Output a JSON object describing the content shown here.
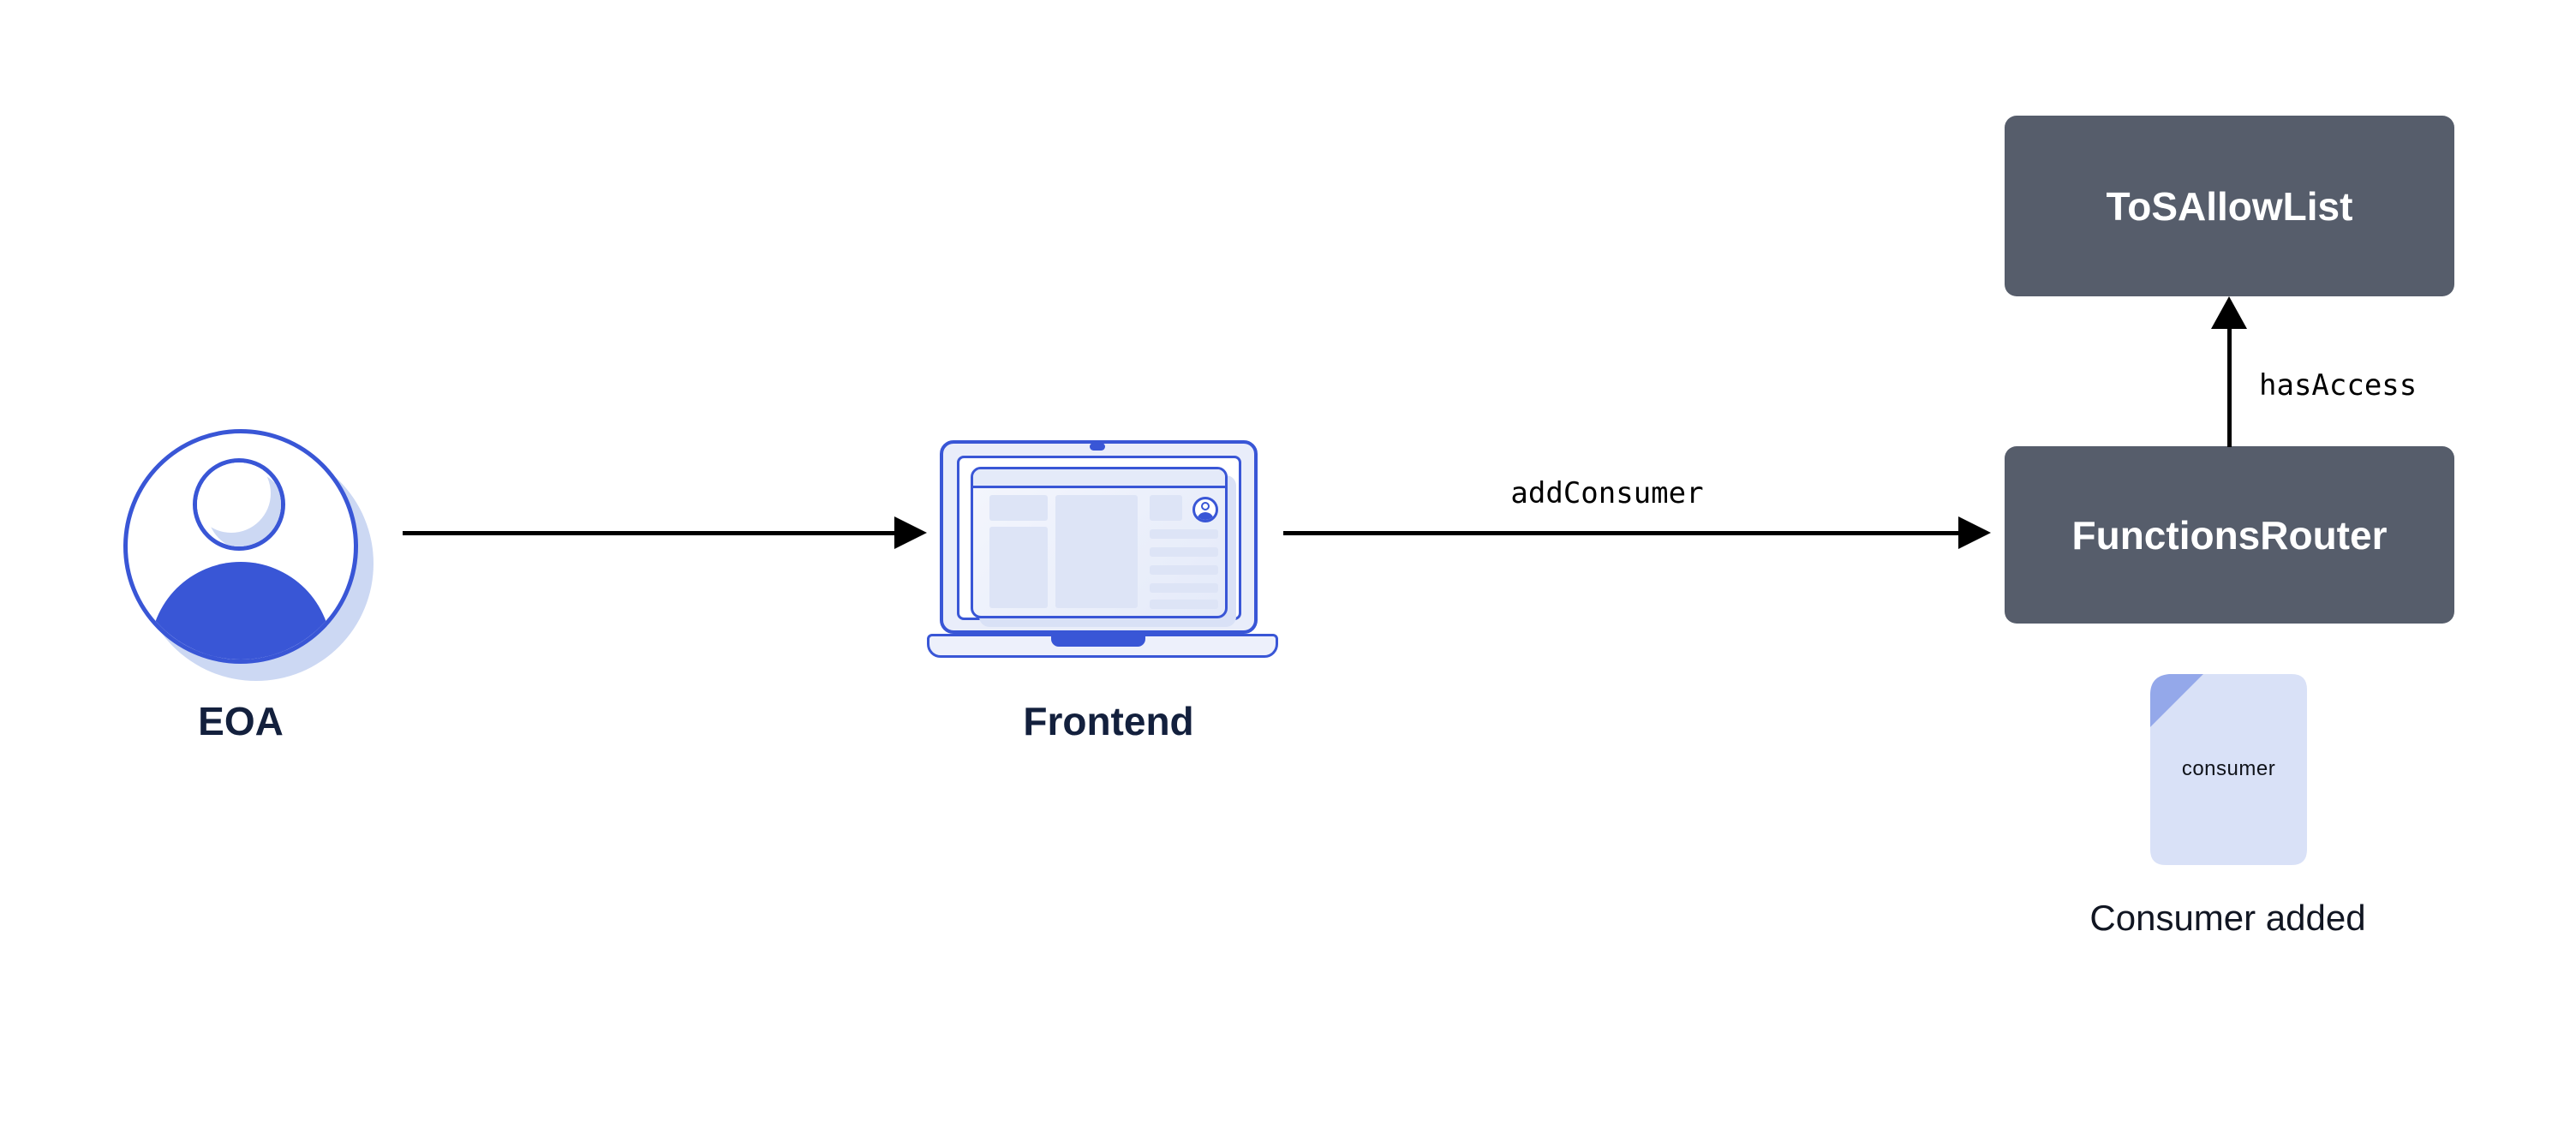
{
  "palette": {
    "accent_blue": "#3956d6",
    "lavender_fill": "#dde4f6",
    "lavender_shadow": "#ccd8f3",
    "contract_box_bg": "#565d6b",
    "contract_box_text": "#ffffff",
    "node_label_text": "#13203d",
    "arrow_color": "#000000",
    "document_fill": "#d9e1f7",
    "document_fold": "#94a8ea",
    "background": "#ffffff"
  },
  "diagram": {
    "nodes": {
      "eoa": {
        "label": "EOA"
      },
      "frontend": {
        "label": "Frontend"
      },
      "tos_allow_list": {
        "label": "ToSAllowList"
      },
      "functions_router": {
        "label": "FunctionsRouter"
      },
      "consumer_file": {
        "file_label": "consumer",
        "caption": "Consumer added"
      }
    },
    "edges": {
      "eoa_to_frontend": {
        "label": ""
      },
      "frontend_to_functions_router": {
        "label": "addConsumer"
      },
      "functions_router_to_tos_allow_list": {
        "label": "hasAccess"
      }
    },
    "icons": {
      "eoa": "user-avatar-icon",
      "frontend": "laptop-icon",
      "consumer_file": "document-icon"
    }
  }
}
